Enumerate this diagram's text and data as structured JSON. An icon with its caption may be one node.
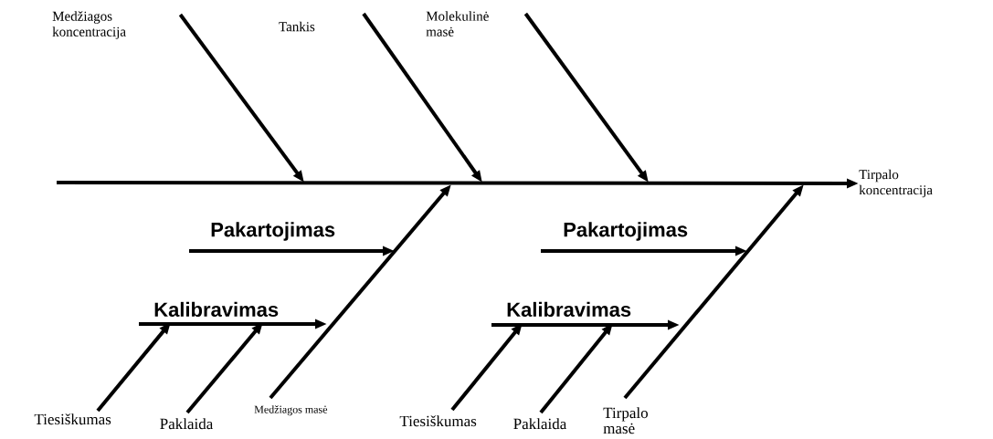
{
  "diagram": {
    "nodes": [
      {
        "text": [
          "Medžiagos koncentracija"
        ]
      },
      {
        "text": [
          "Tankis"
        ]
      },
      {
        "text": [
          "Molekulinė masė"
        ]
      },
      {
        "text": [
          "Tirpalo koncentracija"
        ]
      },
      {
        "text": [
          "Pakartojimas"
        ]
      },
      {
        "text": [
          "Kalibravimas"
        ]
      },
      {
        "text": [
          "Tiesiškumas"
        ]
      },
      {
        "text": [
          "Paklaida"
        ]
      },
      {
        "text": [
          "Medžiagos masė"
        ]
      },
      {
        "text": [
          "Pakartojimas"
        ]
      },
      {
        "text": [
          "Kalibravimas"
        ]
      },
      {
        "text": [
          "Tiesiškumas"
        ]
      },
      {
        "text": [
          "Paklaida"
        ]
      },
      {
        "text": [
          "Tirpalo masė"
        ]
      }
    ],
    "edges": [
      {
        "from": null,
        "to": 3,
        "arrow": "to"
      },
      {
        "from": 0,
        "to": null,
        "arrow": "to"
      },
      {
        "from": 1,
        "to": null,
        "arrow": "to"
      },
      {
        "from": 2,
        "to": null,
        "arrow": "to"
      },
      {
        "from": 8,
        "to": null,
        "arrow": "to"
      },
      {
        "from": 4,
        "to": null,
        "arrow": "to"
      },
      {
        "from": 5,
        "to": null,
        "arrow": "to"
      },
      {
        "from": 6,
        "to": 5,
        "arrow": "to"
      },
      {
        "from": 7,
        "to": 5,
        "arrow": "to"
      },
      {
        "from": 13,
        "to": null,
        "arrow": "to"
      },
      {
        "from": 9,
        "to": null,
        "arrow": "to"
      },
      {
        "from": 10,
        "to": null,
        "arrow": "to"
      },
      {
        "from": 11,
        "to": 10,
        "arrow": "to"
      },
      {
        "from": 12,
        "to": 10,
        "arrow": "to"
      }
    ]
  }
}
